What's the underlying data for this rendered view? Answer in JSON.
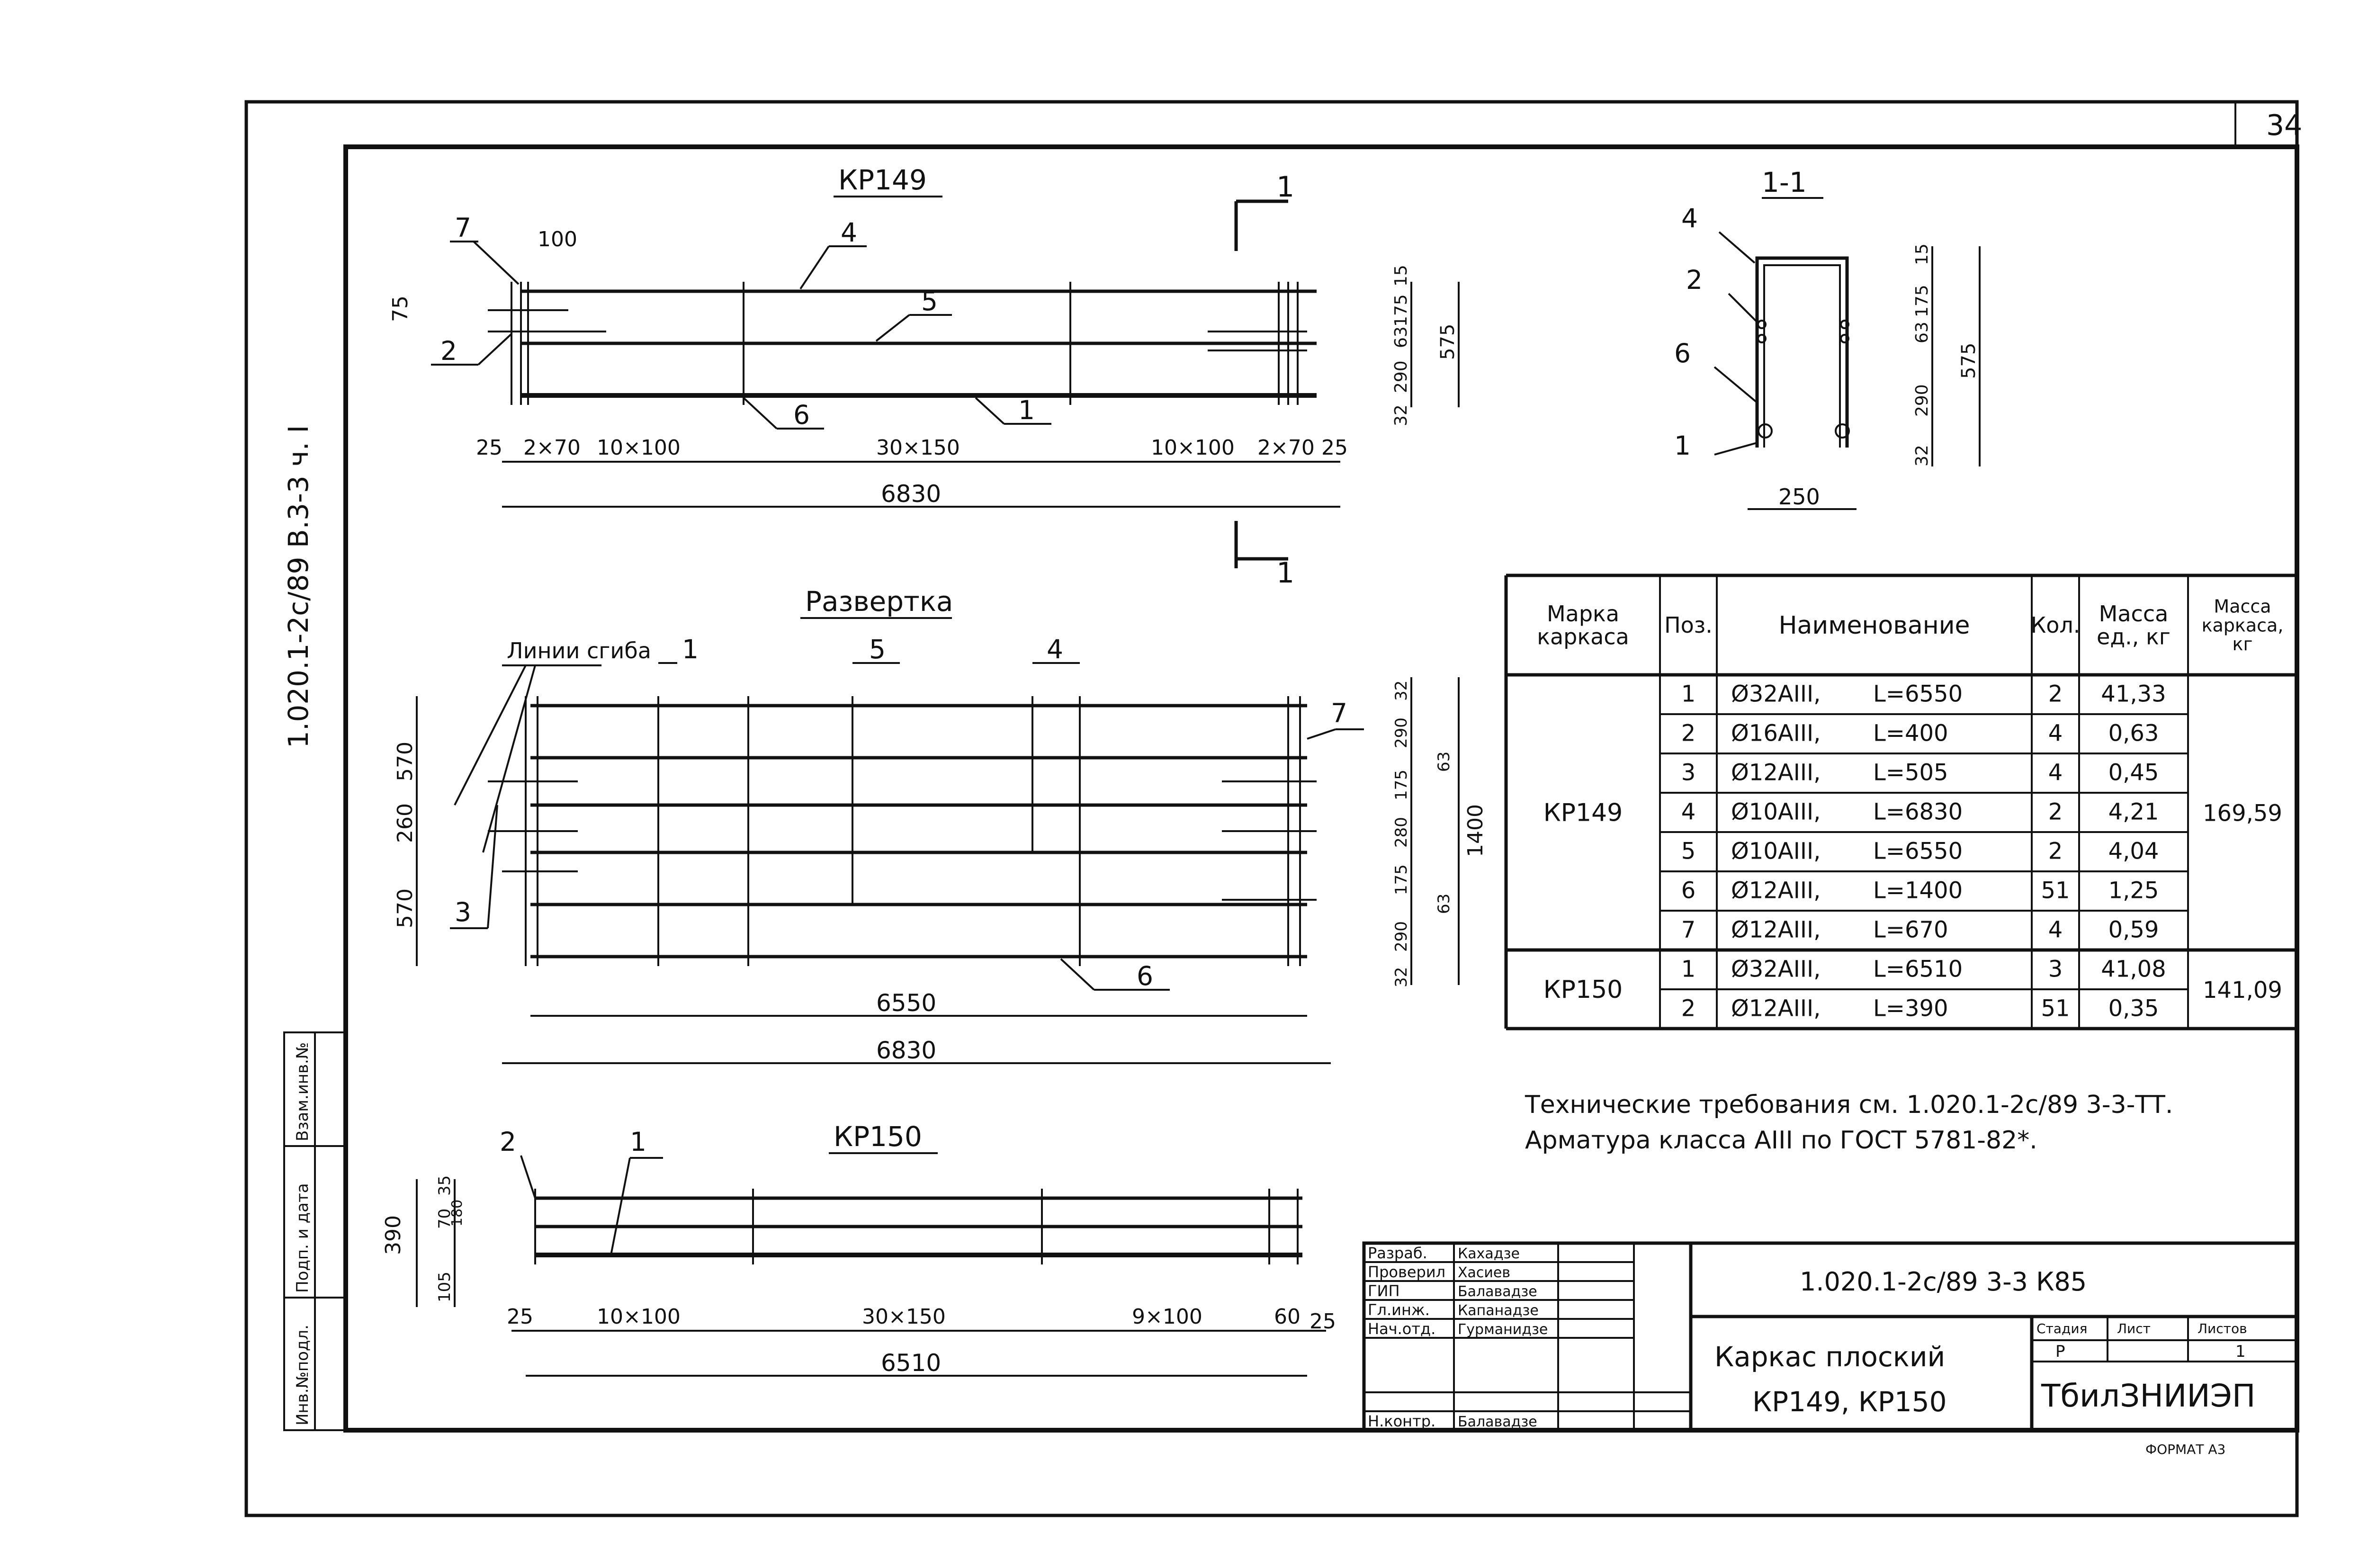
{
  "sheet": {
    "sheet_no": "34",
    "doc_code_side": "1.020.1-2с/89 В.3-3 ч. I",
    "format": "ФОРМАТ А3"
  },
  "stamp_side": {
    "labels": [
      "Инв.№подл.",
      "Подп. и дата",
      "Взам.инв.№"
    ]
  },
  "kr149": {
    "title": "КР149",
    "section_mark": "1",
    "pos_labels": [
      "7",
      "4",
      "5",
      "2",
      "6",
      "1"
    ],
    "dims_top": [
      "100",
      "75"
    ],
    "dims_bottom": [
      "25",
      "2×70",
      "10×100",
      "30×150",
      "10×100",
      "2×70",
      "25"
    ],
    "total": "6830",
    "dims_right": [
      "15",
      "175",
      "63",
      "290",
      "32",
      "575"
    ]
  },
  "section11": {
    "title": "1-1",
    "pos_labels": [
      "4",
      "2",
      "6",
      "1"
    ],
    "dims_right": [
      "15",
      "175",
      "63",
      "290",
      "32",
      "575"
    ],
    "width": "250"
  },
  "razvertka": {
    "title": "Развертка",
    "bend_label": "Линии сгиба",
    "pos_labels": [
      "1",
      "5",
      "4",
      "7",
      "3",
      "6"
    ],
    "dims_left": [
      "570",
      "260",
      "570"
    ],
    "dims_right": [
      "32",
      "290",
      "63",
      "175",
      "280",
      "175",
      "63",
      "290",
      "32",
      "1400"
    ],
    "len1": "6550",
    "len2": "6830"
  },
  "kr150": {
    "title": "КР150",
    "pos_labels": [
      "2",
      "1"
    ],
    "dims_left": [
      "35",
      "70",
      "180",
      "390",
      "105"
    ],
    "dims_bottom": [
      "25",
      "10×100",
      "30×150",
      "9×100",
      "60",
      "25"
    ],
    "total": "6510"
  },
  "spec_table": {
    "headers": [
      "Марка каркаса",
      "Поз.",
      "Наименование",
      "Кол.",
      "Масса ед., кг",
      "Масса каркаса, кг"
    ],
    "groups": [
      {
        "mark": "КР149",
        "total": "169,59",
        "rows": [
          {
            "pos": "1",
            "name": "Ø32АIII,",
            "len": "L=6550",
            "qty": "2",
            "mass": "41,33"
          },
          {
            "pos": "2",
            "name": "Ø16АIII,",
            "len": "L=400",
            "qty": "4",
            "mass": "0,63"
          },
          {
            "pos": "3",
            "name": "Ø12АIII,",
            "len": "L=505",
            "qty": "4",
            "mass": "0,45"
          },
          {
            "pos": "4",
            "name": "Ø10АIII,",
            "len": "L=6830",
            "qty": "2",
            "mass": "4,21"
          },
          {
            "pos": "5",
            "name": "Ø10АIII,",
            "len": "L=6550",
            "qty": "2",
            "mass": "4,04"
          },
          {
            "pos": "6",
            "name": "Ø12АIII,",
            "len": "L=1400",
            "qty": "51",
            "mass": "1,25"
          },
          {
            "pos": "7",
            "name": "Ø12АIII,",
            "len": "L=670",
            "qty": "4",
            "mass": "0,59"
          }
        ]
      },
      {
        "mark": "КР150",
        "total": "141,09",
        "rows": [
          {
            "pos": "1",
            "name": "Ø32АIII,",
            "len": "L=6510",
            "qty": "3",
            "mass": "41,08"
          },
          {
            "pos": "2",
            "name": "Ø12АIII,",
            "len": "L=390",
            "qty": "51",
            "mass": "0,35"
          }
        ]
      }
    ]
  },
  "notes": [
    "Технические требования см. 1.020.1-2с/89 3-3-ТТ.",
    "Арматура класса АIII по ГОСТ 5781-82*."
  ],
  "title_block": {
    "roles": [
      {
        "role": "Разраб.",
        "name": "Кахадзе"
      },
      {
        "role": "Проверил",
        "name": "Хасиев"
      },
      {
        "role": "ГИП",
        "name": "Балавадзе"
      },
      {
        "role": "Гл.инж.",
        "name": "Капанадзе"
      },
      {
        "role": "Нач.отд.",
        "name": "Гурманидзе"
      },
      {
        "role": "Н.контр.",
        "name": "Балавадзе"
      }
    ],
    "doc_code": "1.020.1-2с/89 3-3 К85",
    "title_line1": "Каркас плоский",
    "title_line2": "КР149, КР150",
    "stage_label": "Стадия",
    "sheet_label": "Лист",
    "sheets_label": "Листов",
    "stage": "Р",
    "sheets": "1",
    "org": "ТбилЗНИИЭП"
  }
}
